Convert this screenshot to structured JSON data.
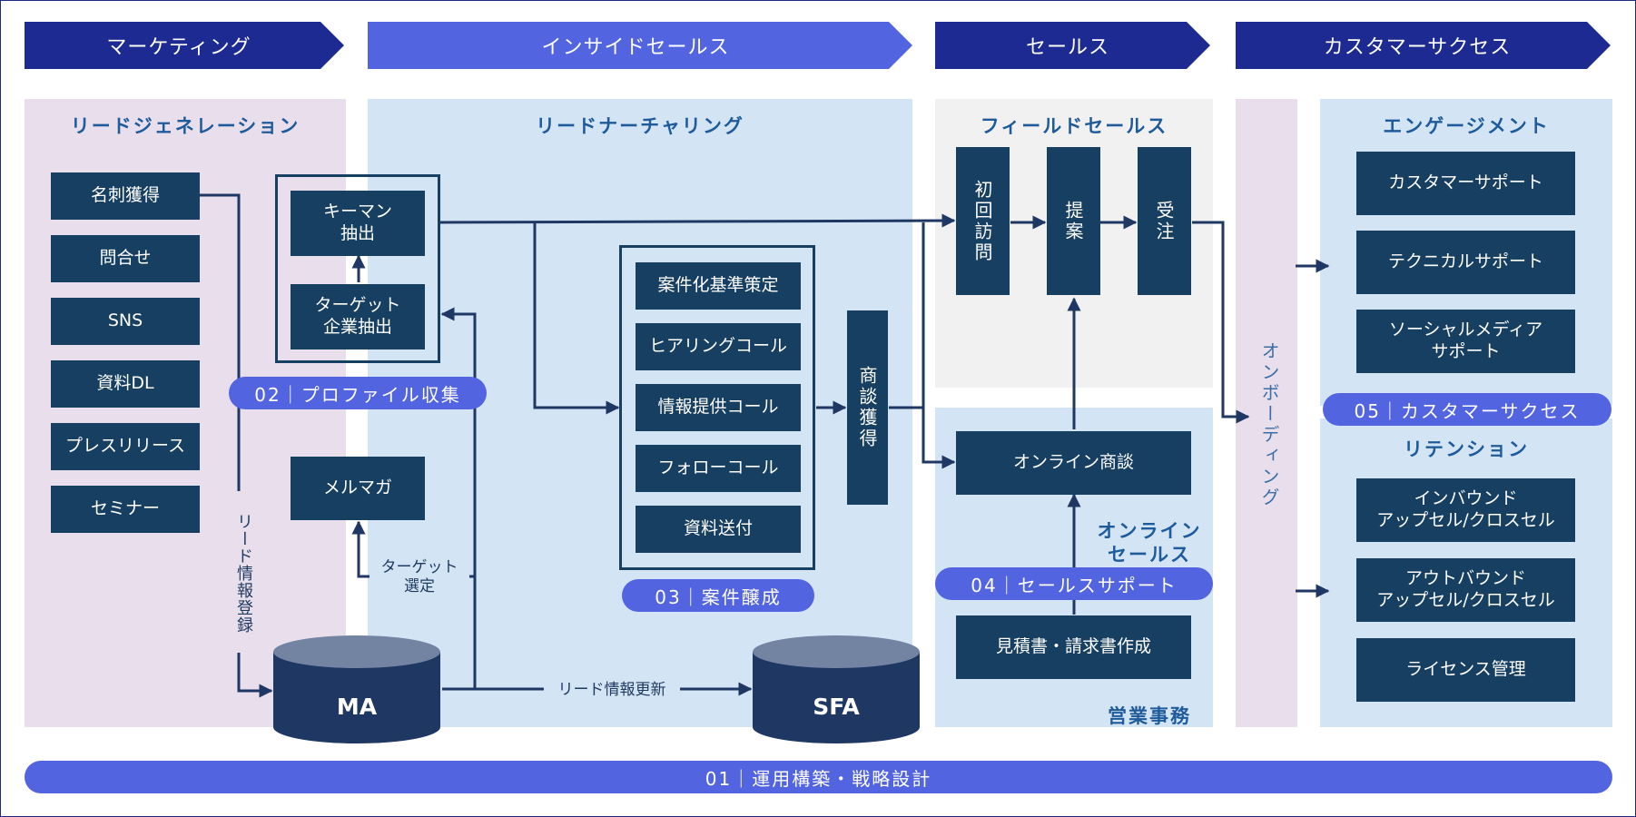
{
  "stages": [
    {
      "label": "マーケティング"
    },
    {
      "label": "インサイドセールス"
    },
    {
      "label": "セールス"
    },
    {
      "label": "カスタマーサクセス"
    }
  ],
  "zones": {
    "lead_generation": "リードジェネレーション",
    "lead_nurturing": "リードナーチャリング",
    "field_sales": "フィールドセールス",
    "online_sales_line1": "オンライン",
    "online_sales_line2": "セールス",
    "sales_admin": "営業事務",
    "onboarding": "オンボーディング",
    "engagement": "エンゲージメント",
    "retention": "リテンション"
  },
  "lead_sources": [
    "名刺獲得",
    "問合せ",
    "SNS",
    "資料DL",
    "プレスリリース",
    "セミナー"
  ],
  "profile": {
    "keyman_line1": "キーマン",
    "keyman_line2": "抽出",
    "target_line1": "ターゲット",
    "target_line2": "企業抽出",
    "mailmag": "メルマガ"
  },
  "nurturing_items": [
    "案件化基準策定",
    "ヒアリングコール",
    "情報提供コール",
    "フォローコール",
    "資料送付"
  ],
  "deal_acquired": "商談獲得",
  "sales_steps": [
    "初回訪問",
    "提案",
    "受注"
  ],
  "online_meeting": "オンライン商談",
  "quote_invoice": "見積書・請求書作成",
  "engagement_items": [
    {
      "line1": "カスタマーサポート",
      "line2": ""
    },
    {
      "line1": "テクニカルサポート",
      "line2": ""
    },
    {
      "line1": "ソーシャルメディア",
      "line2": "サポート"
    }
  ],
  "retention_items": [
    {
      "line1": "インバウンド",
      "line2": "アップセル/クロスセル"
    },
    {
      "line1": "アウトバウンド",
      "line2": "アップセル/クロスセル"
    },
    {
      "line1": "ライセンス管理",
      "line2": ""
    }
  ],
  "pills": {
    "p01": "01｜運用構築・戦略設計",
    "p02": "02｜プロファイル収集",
    "p03": "03｜案件醸成",
    "p04": "04｜セールスサポート",
    "p05": "05｜カスタマーサクセス"
  },
  "labels": {
    "lead_registration": "リード情報登録",
    "target_selection_line1": "ターゲット",
    "target_selection_line2": "選定",
    "lead_update": "リード情報更新"
  },
  "databases": {
    "ma": "MA",
    "sfa": "SFA"
  },
  "colors": {
    "stage_dark": "#1c2a92",
    "stage_light": "#5364e0",
    "box": "#163f62",
    "pill": "#5364e0",
    "pink_bg": "#e9dfec",
    "blue_bg": "#d3e5f5",
    "gray_bg": "#f1f1f1",
    "db": "#1f3763",
    "db_top": "#7384a3"
  }
}
